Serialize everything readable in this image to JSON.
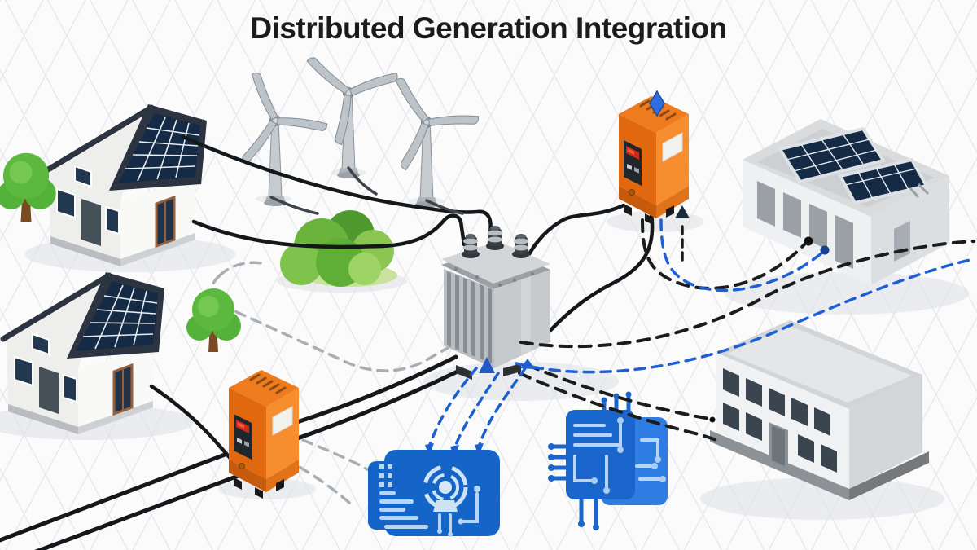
{
  "title": "Distributed Generation Integration",
  "palette": {
    "background": "#fbfbfc",
    "grid_line": "#e8e9ec",
    "title_color": "#1b1b1b",
    "cable_black": "#15181b",
    "dashed_black": "#1c1c1c",
    "dashed_blue": "#1f5fd6",
    "dashed_gray": "#a9aeb4",
    "solar_panel_blue": "#152a44",
    "solar_grid_line": "#e8eef5",
    "house_wall": "#f4f4f2",
    "roof_trim": "#2b3440",
    "tree_green": "#5cb93e",
    "bush_green": "#6ab43d",
    "turbine_gray": "#c6cbd0",
    "transformer_gray": "#b9bec2",
    "meter_orange": "#f68d2e",
    "meter_orange_dark": "#e2680f",
    "meter_orange_top": "#ee7b1e",
    "display_red": "#d02b16",
    "building_wall": "#eef0f1",
    "building_window": "#3a4550",
    "circuit_board_blue": "#1565c8",
    "microchip_blue": "#1b66cc",
    "trace_light_blue": "#b7d6f6",
    "indicator_blue": "#2e6ee0"
  },
  "icons": [
    "house-solar-icon",
    "tree-icon",
    "wind-turbine-icon",
    "shrubs-icon",
    "transformer-icon",
    "smart-meter-icon",
    "building-solar-icon",
    "office-building-icon",
    "control-board-icon",
    "microchip-icon",
    "diamond-indicator-icon",
    "up-arrow-icon"
  ],
  "line_styles": {
    "power_line": {
      "style": "solid",
      "color": "#15181b"
    },
    "flow_black": {
      "style": "dashed",
      "color": "#1c1c1c"
    },
    "flow_blue": {
      "style": "dashed",
      "color": "#1f5fd6"
    },
    "flow_gray": {
      "style": "dashed",
      "color": "#a9aeb4"
    }
  }
}
